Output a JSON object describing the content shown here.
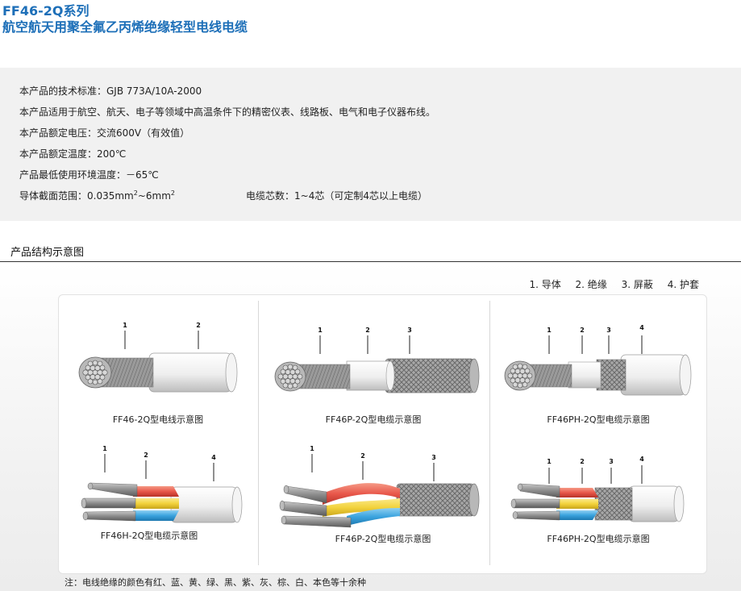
{
  "title": {
    "line1": "FF46-2Q系列",
    "line2": "航空航天用聚全氟乙丙烯绝缘轻型电线电缆"
  },
  "specs": {
    "standard": "本产品的技术标准：GJB 773A/10A-2000",
    "application": "本产品适用于航空、航天、电子等领域中高温条件下的精密仪表、线路板、电气和电子仪器布线。",
    "voltage": "本产品额定电压：交流600V（有效值）",
    "temperature": "本产品额定温度：200℃",
    "min_temperature": "产品最低使用环境温度：－65℃",
    "cross_section_prefix": "导体截面范围：0.035mm",
    "cross_section_mid": "~6mm",
    "cross_section_sup": "2",
    "cores": "电缆芯数：1~4芯（可定制4芯以上电缆）"
  },
  "section_title": "产品结构示意图",
  "legend": [
    "1. 导体",
    "2. 绝缘",
    "3. 屏蔽",
    "4. 护套"
  ],
  "captions": [
    "FF46-2Q型电线示意图",
    "FF46P-2Q型电缆示意图",
    "FF46PH-2Q型电缆示意图",
    "FF46H-2Q型电缆示意图",
    "FF46P-2Q型电缆示意图",
    "FF46PH-2Q型电缆示意图"
  ],
  "markers": {
    "single_wire": [
      "1",
      "2"
    ],
    "single_shielded": [
      "1",
      "2",
      "3"
    ],
    "single_shielded_jacketed": [
      "1",
      "2",
      "3",
      "4"
    ],
    "multi_jacketed": [
      "1",
      "2",
      "4"
    ],
    "multi_shielded": [
      "1",
      "2",
      "3"
    ],
    "multi_shielded_jacketed": [
      "1",
      "2",
      "3",
      "4"
    ]
  },
  "colors": {
    "title": "#1d6fb8",
    "insulation_red": "#e8574a",
    "insulation_yellow": "#f2d23c",
    "insulation_blue": "#3aa3de"
  },
  "note": "注：电线绝缘的颜色有红、蓝、黄、绿、黑、紫、灰、棕、白、本色等十余种"
}
